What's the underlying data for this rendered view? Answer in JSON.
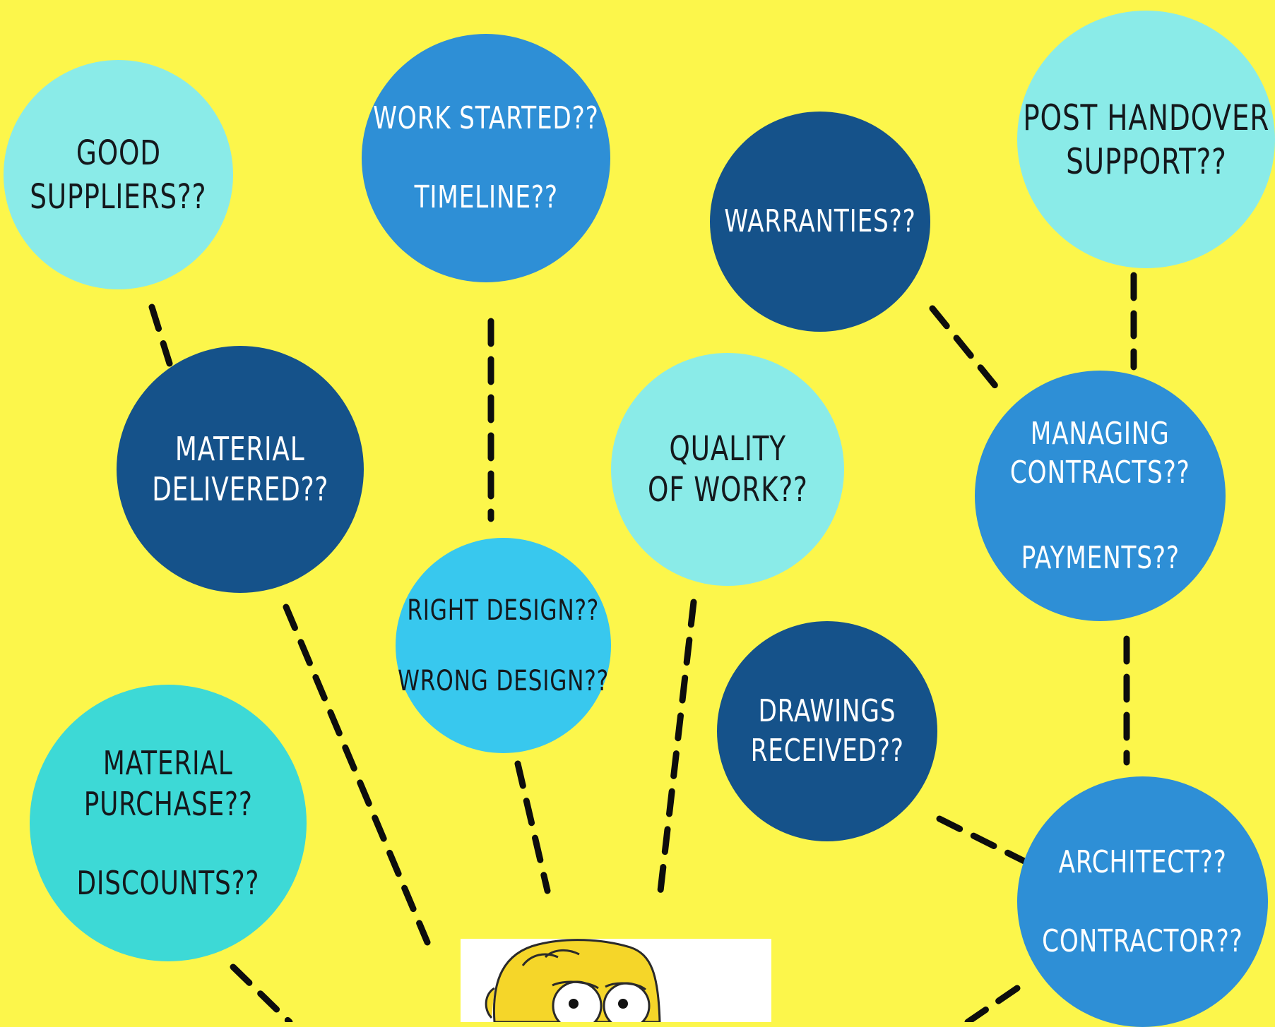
{
  "colors": {
    "background": "#FCF64B",
    "light_cyan": "#8AEBE8",
    "mid_blue": "#2E8FD6",
    "navy": "#15528A",
    "sky_blue": "#38C8EE",
    "turquoise": "#3DD9D6",
    "connector": "#0d0d0d"
  },
  "nodes": {
    "good_suppliers": {
      "lines": [
        "GOOD",
        "SUPPLIERS??"
      ],
      "color": "light_cyan"
    },
    "work_started": {
      "lines": [
        "WORK STARTED??",
        "TIMELINE??"
      ],
      "color": "mid_blue"
    },
    "warranties": {
      "lines": [
        "WARRANTIES??"
      ],
      "color": "navy"
    },
    "post_handover": {
      "lines": [
        "POST HANDOVER",
        "SUPPORT??"
      ],
      "color": "light_cyan"
    },
    "material_delivered": {
      "lines": [
        "MATERIAL",
        "DELIVERED??"
      ],
      "color": "navy"
    },
    "quality_of_work": {
      "lines": [
        "QUALITY",
        "OF WORK??"
      ],
      "color": "light_cyan"
    },
    "managing_contracts": {
      "lines": [
        "MANAGING",
        "CONTRACTS??",
        "PAYMENTS??"
      ],
      "color": "mid_blue"
    },
    "right_design": {
      "lines": [
        "RIGHT DESIGN??",
        "WRONG DESIGN??"
      ],
      "color": "sky_blue"
    },
    "drawings_received": {
      "lines": [
        "DRAWINGS",
        "RECEIVED??"
      ],
      "color": "navy"
    },
    "material_purchase": {
      "lines": [
        "MATERIAL",
        "PURCHASE??",
        "DISCOUNTS??"
      ],
      "color": "turquoise"
    },
    "architect": {
      "lines": [
        "ARCHITECT??",
        "CONTRACTOR??"
      ],
      "color": "mid_blue"
    }
  },
  "center_image": {
    "icon": "homer-simpson-worried-face"
  }
}
